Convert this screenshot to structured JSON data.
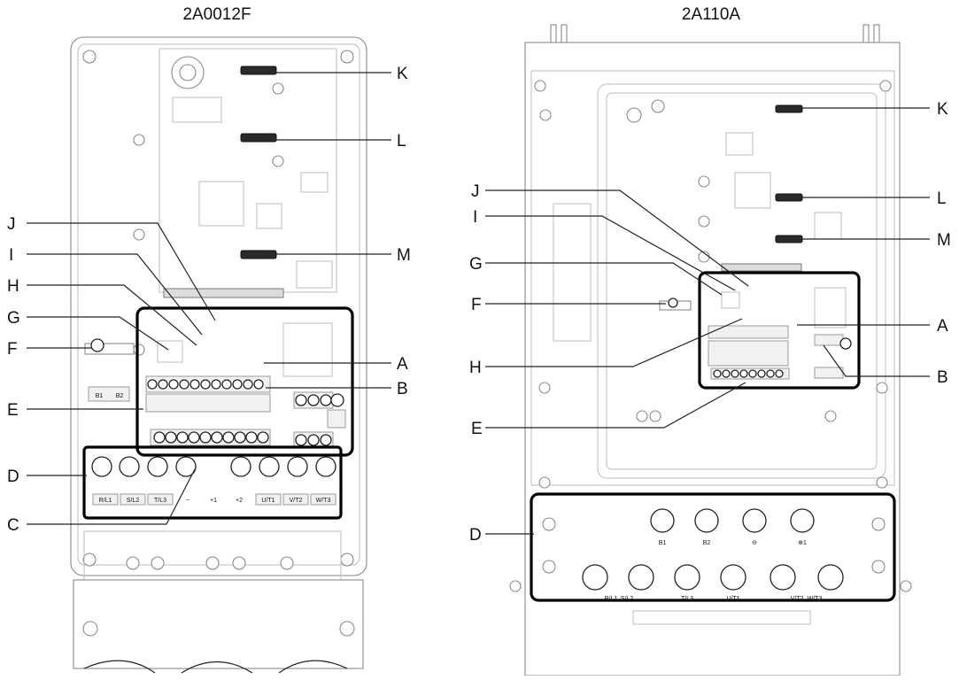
{
  "titles": {
    "left": "2A0012F",
    "right": "2A110A"
  },
  "callouts_left": {
    "K": "K",
    "L": "L",
    "M": "M",
    "J": "J",
    "I": "I",
    "H": "H",
    "G": "G",
    "F": "F",
    "A": "A",
    "E": "E",
    "B": "B",
    "D": "D",
    "C": "C"
  },
  "callouts_right": {
    "K": "K",
    "L": "L",
    "J": "J",
    "I": "I",
    "M": "M",
    "G": "G",
    "F": "F",
    "A": "A",
    "H": "H",
    "B": "B",
    "E": "E",
    "D": "D"
  },
  "terminals_left": [
    "R/L1",
    "S/L2",
    "T/L3",
    "−",
    "+1",
    "+2",
    "U/T1",
    "V/T2",
    "W/T3"
  ],
  "terminals_right": [
    "R/L1",
    "S/L2",
    "T/L3",
    "U/T1",
    "V/T2",
    "W/T3"
  ],
  "terminals_right_top": [
    "B1",
    "B2",
    "⊖",
    "⊕1"
  ],
  "ground_labels_left": [
    "B1",
    "B2"
  ]
}
